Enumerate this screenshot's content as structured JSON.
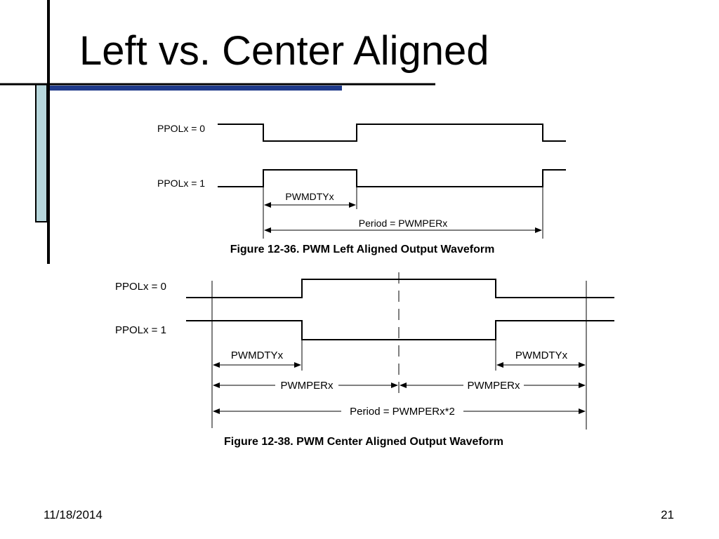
{
  "slide": {
    "title": "Left vs. Center Aligned",
    "date": "11/18/2014",
    "page_number": "21",
    "accent_colors": {
      "blue_bar": "#1f3a8a",
      "teal_block": "#b7d7dc",
      "rule": "#000000"
    }
  },
  "fig_left": {
    "ppol0_label": "PPOLx = 0",
    "ppol1_label": "PPOLx = 1",
    "duty_label": "PWMDTYx",
    "period_label": "Period = PWMPERx",
    "caption": "Figure 12-36. PWM Left Aligned Output Waveform"
  },
  "fig_center": {
    "ppol0_label": "PPOLx = 0",
    "ppol1_label": "PPOLx = 1",
    "duty_left_label": "PWMDTYx",
    "duty_right_label": "PWMDTYx",
    "per_left_label": "PWMPERx",
    "per_right_label": "PWMPERx",
    "period_label": "Period = PWMPERx*2",
    "caption": "Figure 12-38. PWM Center Aligned Output Waveform"
  }
}
